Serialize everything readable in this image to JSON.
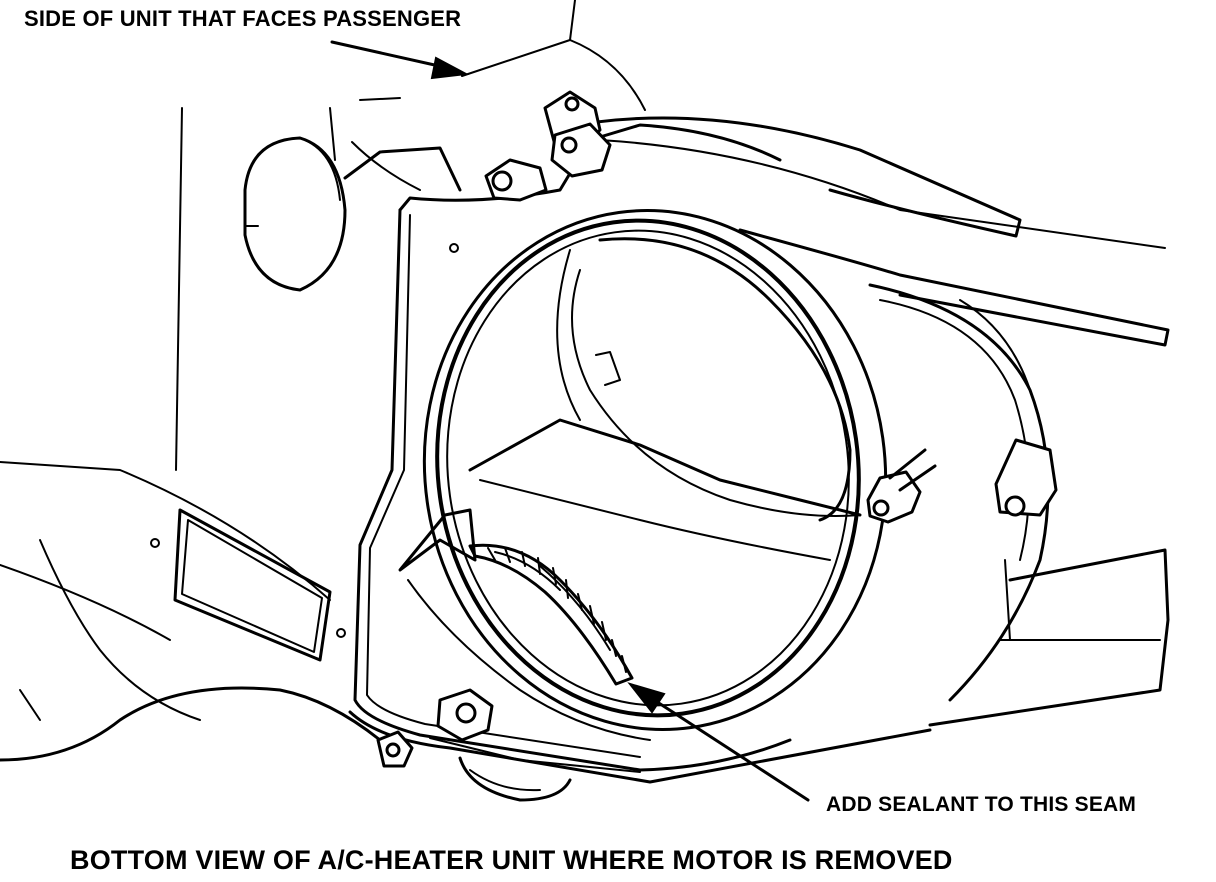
{
  "labels": {
    "side_facing_passenger": "SIDE OF UNIT THAT FACES PASSENGER",
    "add_sealant": "ADD SEALANT TO THIS SEAM",
    "caption": "BOTTOM VIEW OF A/C-HEATER UNIT WHERE MOTOR IS REMOVED"
  },
  "colors": {
    "ink": "#000000",
    "paper": "#ffffff"
  }
}
